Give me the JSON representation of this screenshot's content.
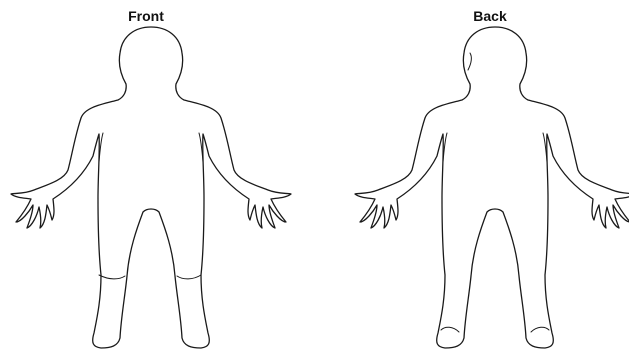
{
  "figures": [
    {
      "label": "Front",
      "view": "front"
    },
    {
      "label": "Back",
      "view": "back"
    }
  ],
  "colors": {
    "background": "#ffffff",
    "outline": "#1a1a1a",
    "label": "#111111"
  }
}
